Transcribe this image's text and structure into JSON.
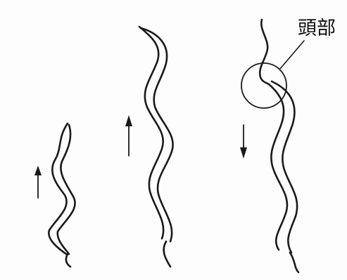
{
  "labels": {
    "head": "頭部"
  },
  "colors": {
    "ink": "#1a1a1a",
    "paper": "#fdfdfd"
  },
  "worms": [
    {
      "id": "worm-small",
      "motion": "up"
    },
    {
      "id": "worm-medium",
      "motion": "up"
    },
    {
      "id": "worm-large",
      "motion": "down"
    }
  ]
}
